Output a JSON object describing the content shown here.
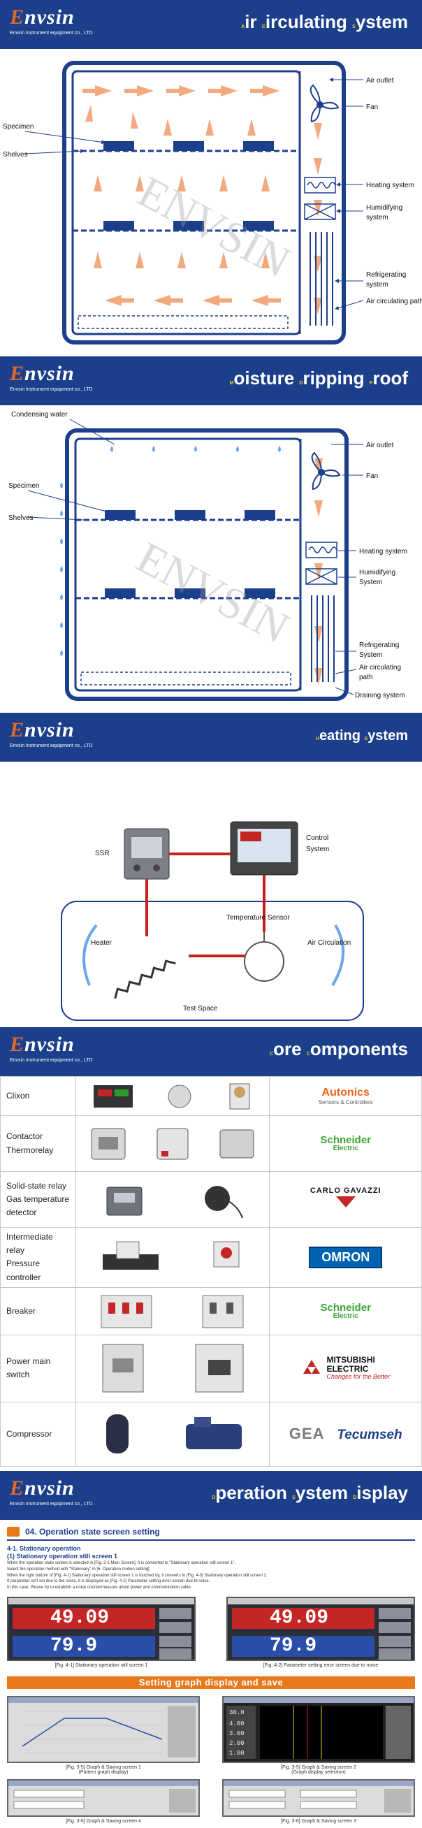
{
  "logo": {
    "word_e": "E",
    "word_nvsin": "nvsin",
    "subtitle": "Envsin Instrument equipment co., LTD"
  },
  "watermark": "ENVSIN",
  "sections": {
    "air": {
      "title_parts": [
        "A",
        "ir ",
        "C",
        "irculating ",
        "S",
        "ystem"
      ],
      "labels": {
        "air_outlet": "Air outlet",
        "fan": "Fan",
        "specimen": "Specimen",
        "shelves": "Shelves",
        "heating": "Heating system",
        "humidifying_1": "Humidifying",
        "humidifying_2": "system",
        "refrigerating_1": "Refrigerating",
        "refrigerating_2": "system",
        "air_path": "Air circulating path"
      }
    },
    "moisture": {
      "title_parts": [
        "M",
        "oisture ",
        "D",
        "ripping ",
        "P",
        "roof"
      ],
      "labels": {
        "condensing": "Condensing water",
        "air_outlet": "Air outlet",
        "fan": "Fan",
        "specimen": "Specimen",
        "shelves": "Shelves",
        "heating": "Heating system",
        "humidifying_1": "Humidifying",
        "humidifying_2": "System",
        "refrigerating_1": "Refrigerating",
        "refrigerating_2": "System",
        "air_path_1": "Air circulating",
        "air_path_2": "path",
        "draining": "Draining system"
      }
    },
    "heating": {
      "title_parts": [
        "H",
        "eating ",
        "S",
        "ystem"
      ],
      "labels": {
        "ssr": "SSR",
        "control_1": "Control",
        "control_2": "System",
        "temp_sensor": "Temperature Sensor",
        "heater": "Heater",
        "air_circ": "Air Circulation",
        "test_space": "Test Space"
      }
    },
    "core": {
      "title_parts": [
        "C",
        "ore ",
        "C",
        "omponents"
      ],
      "rows": [
        {
          "name": [
            "Clixon"
          ],
          "brand": "autonics"
        },
        {
          "name": [
            "Contactor",
            "Thermorelay"
          ],
          "brand": "schneider"
        },
        {
          "name": [
            "Solid-state relay",
            "Gas temperature",
            "detector"
          ],
          "brand": "gavazzi"
        },
        {
          "name": [
            "Intermediate relay",
            "Pressure controller"
          ],
          "brand": "omron"
        },
        {
          "name": [
            "Breaker"
          ],
          "brand": "schneider"
        },
        {
          "name": [
            "Power main",
            "switch"
          ],
          "brand": "mitsubishi"
        },
        {
          "name": [
            "Compressor"
          ],
          "brand": "gea_tecumseh"
        }
      ],
      "brands": {
        "autonics": "Autonics",
        "autonics_sub": "Sensors & Controllers",
        "schneider": "Schneider",
        "schneider_sub": "Electric",
        "gavazzi": "CARLO GAVAZZI",
        "omron": "OMRON",
        "mitsubishi_1": "MITSUBISHI",
        "mitsubishi_2": "ELECTRIC",
        "mitsubishi_tag": "Changes for the Better",
        "gea": "GEA",
        "tecumseh": "Tecumseh"
      }
    },
    "operation": {
      "title_parts": [
        "O",
        "peration ",
        "S",
        "ystem ",
        "D",
        "isplay"
      ],
      "heading": "04. Operation state screen setting",
      "sub_1": "4-1. Stationary operation",
      "sub_2": "(1) Stationary operation still screen 1",
      "notes": [
        "When the operation state screen is selected in [Fig. 2-1 Main Screen], it is converted to \"Stationary operation still screen 1\".",
        "Select the operation method with \"Stationary\" in [6. Operation motion setting].",
        "When the right bottom of [Fig. 4-1] Stationary operation still screen 1 is touched by, it converts to [Fig. 4-3] Stationary operation still screen 2.",
        "If parameter isn't set due to the noise, it is displayed as [Fig. 4-2] Parameter setting error screen due to noise.",
        "In this case, Please try to establish a noise countermeasure about power and communication cable."
      ],
      "screen_values": [
        "49.09",
        "79.9"
      ],
      "caption_1": "[Fig. 4-1] Stationary operation still screen 1",
      "caption_2": "[Fig. 4-2] Parameter setting error screen due to noise",
      "graph_bar": "Setting graph display and save",
      "graph_captions": [
        [
          "[Fig. 3-5] Graph & Saving screen 1",
          "(Pattern graph display)"
        ],
        [
          "[Fig. 3-5] Graph & Saving screen 2",
          "(Graph display selection)"
        ],
        [
          "[Fig. 3-6] Graph & Saving screen 4",
          ""
        ],
        [
          "[Fig. 3-6] Graph & Saving screen 3",
          ""
        ]
      ],
      "graph_readouts": [
        "30.0",
        "4.00",
        "3.00",
        "2.00",
        "1.00"
      ]
    }
  },
  "colors": {
    "banner": "#1c3f8c",
    "accent": "#f2d21b",
    "arrow": "#f0a070",
    "shelf": "#1c3f8c",
    "logo_orange": "#e06a2a"
  }
}
